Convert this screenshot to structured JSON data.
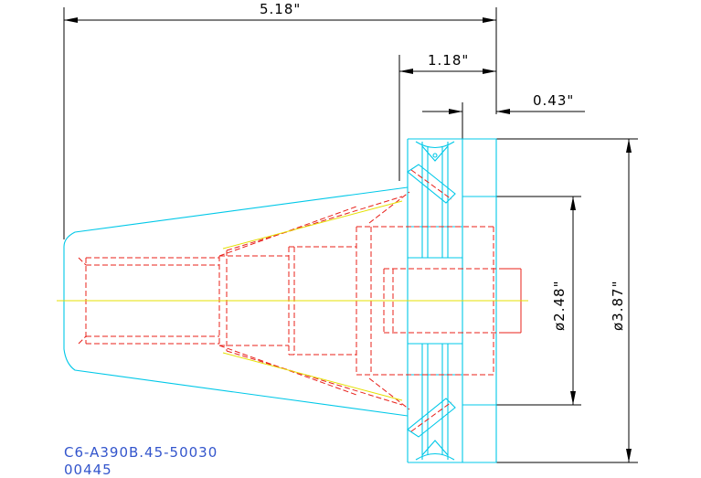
{
  "dimensions": {
    "overall_length": "5.18\"",
    "flange_length": "1.18\"",
    "flange_offset": "0.43\"",
    "pilot_diameter": "ø2.48\"",
    "flange_diameter": "ø3.87\""
  },
  "part": {
    "number": "C6-A390B.45-50030",
    "code": "00445"
  },
  "colors": {
    "outline": "#00c8e8",
    "hidden": "#e8201a",
    "center": "#e4e000",
    "dimension": "#000000",
    "id_text": "#3355cc"
  }
}
